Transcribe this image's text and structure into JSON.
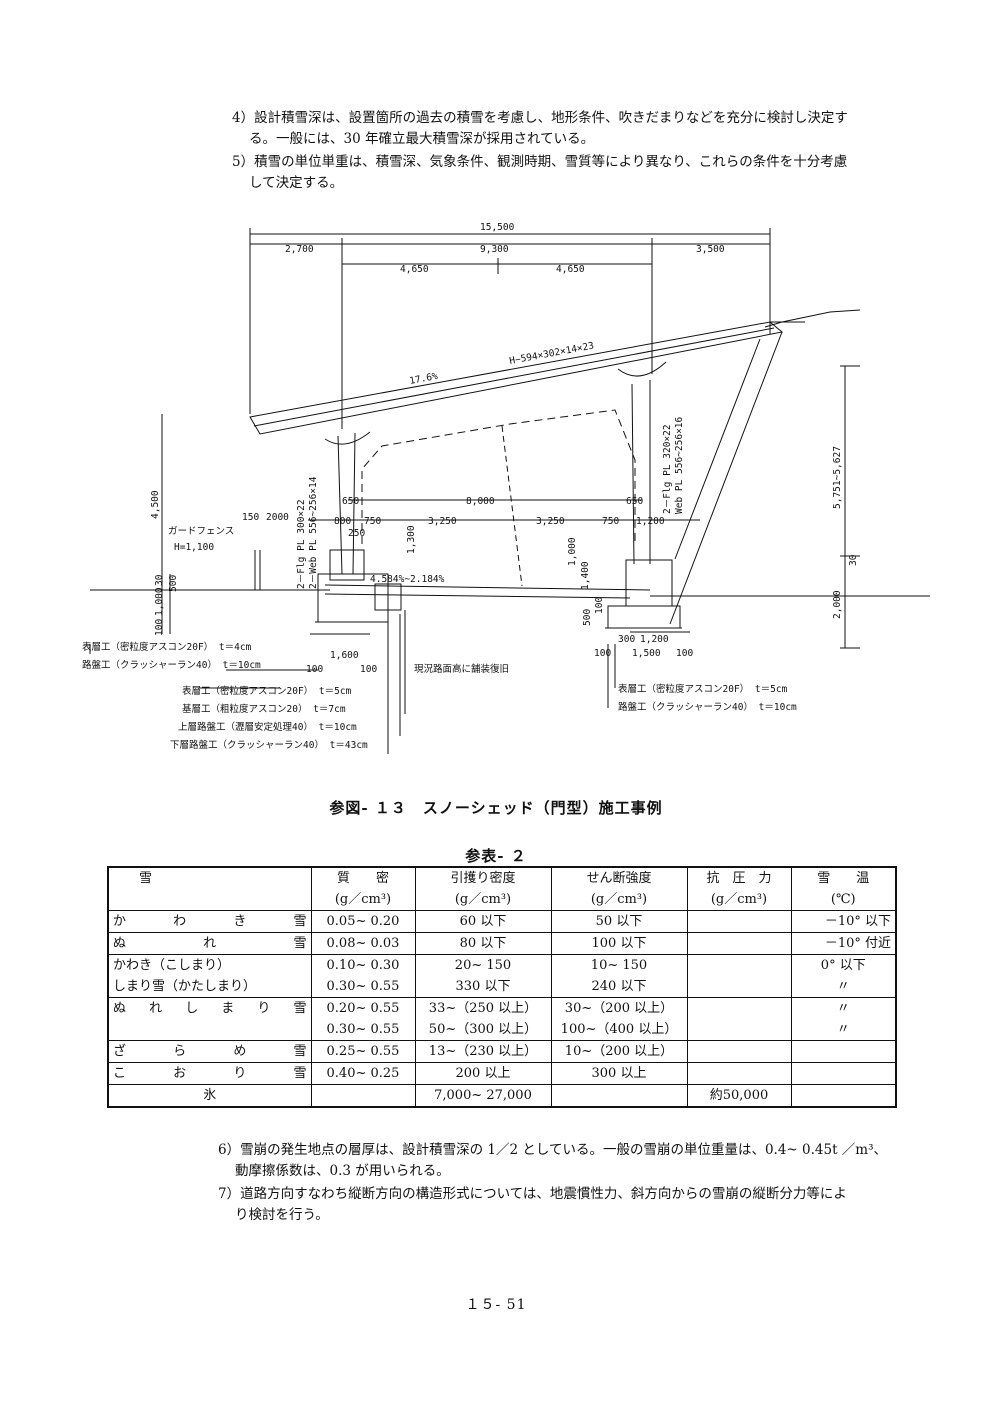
{
  "paragraphs": {
    "p4": {
      "line1": "4）設計積雪深は、設置箇所の過去の積雪を考慮し、地形条件、吹きだまりなどを充分に検討し決定す",
      "line2": "る。一般には、30 年確立最大積雪深が採用されている。"
    },
    "p5": {
      "line1": "5）積雪の単位単重は、積雪深、気象条件、観測時期、雪質等により異なり、これらの条件を十分考慮",
      "line2": "して決定する。"
    },
    "p6": {
      "line1": "6）雪崩の発生地点の層厚は、設計積雪深の 1／2 としている。一般の雪崩の単位重量は、0.4~ 0.45t ／m³、",
      "line2": "動摩擦係数は、0.3 が用いられる。"
    },
    "p7": {
      "line1": "7）道路方向すなわち縦断方向の構造形式については、地震慣性力、斜方向からの雪崩の縦断分力等によ",
      "line2": "り検討を行う。"
    }
  },
  "drawing": {
    "dim_total": "15,500",
    "dim_left": "2,700",
    "dim_mid": "9,300",
    "dim_right": "3,500",
    "dim_half1": "4,650",
    "dim_half2": "4,650",
    "beam": "H−594×302×14×23",
    "slope": "17.6%",
    "col_left": "2－Flg PL 300×22",
    "col_left2": "2－Web PL 556~256×14",
    "col_right": "2－Flg PL 320×22",
    "col_right2": "Web PL 556~256×16",
    "dim_8000": "8,000",
    "dim_650a": "650",
    "dim_650b": "650",
    "dim_150": "150",
    "dim_2000": "2000",
    "dim_800": "800",
    "dim_750a": "750",
    "dim_3250a": "3,250",
    "dim_3250b": "3,250",
    "dim_750b": "750",
    "dim_1200a": "1,200",
    "dim_250": "250",
    "dim_1300": "1,300",
    "dim_1000r": "1,000",
    "dim_1400": "1,400",
    "dim_4500": "4,500",
    "dim_5751": "5,751~5,627",
    "dim_30r": "30",
    "dim_2000r": "2,000",
    "dim_500l": "500",
    "dim_30l": "30",
    "dim_1000l": "1,000",
    "dim_100l": "100",
    "dim_500r": "500",
    "dim_100r": "100",
    "crossfall": "4.584%~2.184%",
    "guard_fence": "ガードフェンス",
    "guard_h": "H=1,100",
    "dim_1600": "1,600",
    "dim_100a": "100",
    "dim_100b": "100",
    "dim_300": "300",
    "dim_1200b": "1,200",
    "dim_1500": "1,500",
    "dim_100c": "100",
    "dim_100d": "100",
    "restore": "現況路面高に舗装復旧",
    "leg_l1": "表層工（密粒度アスコン20F） t＝4cm",
    "leg_l2": "路盤工（クラッシャーラン40） t＝10cm",
    "leg_c1": "表層工（密粒度アスコン20F） t＝5cm",
    "leg_c2": "基層工（粗粒度アスコン20） t＝7cm",
    "leg_c3": "上層路盤工（瀝層安定処理40） t＝10cm",
    "leg_c4": "下層路盤工（クラッシャーラン40） t＝43cm",
    "leg_r1": "表層工（密粒度アスコン20F） t＝5cm",
    "leg_r2": "路盤工（クラッシャーラン40） t＝10cm"
  },
  "figure_caption": "参図- １３　スノーシェッド（門型）施工事例",
  "table_title": "参表- ２",
  "table": {
    "h1": [
      "雪",
      "質　　密",
      "引擭り密度",
      "せん断強度",
      "抗　圧　力",
      "雪　　温"
    ],
    "h2": [
      "",
      "(g／cm³)",
      "(g／cm³)",
      "(g／cm³)",
      "(g／cm³)",
      "(℃)"
    ],
    "rows": [
      {
        "name": "かわき雪",
        "density": "0.05~ 0.20",
        "tensile": "60 以下",
        "shear": "50 以下",
        "compress": "",
        "temp": "－10° 以下"
      },
      {
        "name": "ぬれ雪",
        "density": "0.08~ 0.03",
        "tensile": "80 以下",
        "shear": "100 以下",
        "compress": "",
        "temp": "－10° 付近"
      },
      {
        "name": "かわき（こしまり）",
        "density": "0.10~ 0.30",
        "tensile": "20~ 150",
        "shear": "10~ 150",
        "compress": "",
        "temp": "0° 以下"
      },
      {
        "name": "しまり雪（かたしまり）",
        "density": "0.30~ 0.55",
        "tensile": "330 以下",
        "shear": "240 以下",
        "compress": "",
        "temp": "〃"
      },
      {
        "name": "ぬれしまり雪",
        "density": "0.20~ 0.55",
        "tensile": "33~（250 以上）",
        "shear": "30~（200 以上）",
        "compress": "",
        "temp": "〃"
      },
      {
        "name": "",
        "density": "0.30~ 0.55",
        "tensile": "50~（300 以上）",
        "shear": "100~（400 以上）",
        "compress": "",
        "temp": "〃"
      },
      {
        "name": "ざらめ雪",
        "density": "0.25~ 0.55",
        "tensile": "13~（230 以上）",
        "shear": "10~（200 以上）",
        "compress": "",
        "temp": ""
      },
      {
        "name": "こおり雪",
        "density": "0.40~ 0.25",
        "tensile": "200 以上",
        "shear": "300 以上",
        "compress": "",
        "temp": ""
      },
      {
        "name": "氷",
        "density": "",
        "tensile": "7,000~ 27,000",
        "shear": "",
        "compress": "約50,000",
        "temp": ""
      }
    ]
  },
  "page_number": "１５- 51"
}
